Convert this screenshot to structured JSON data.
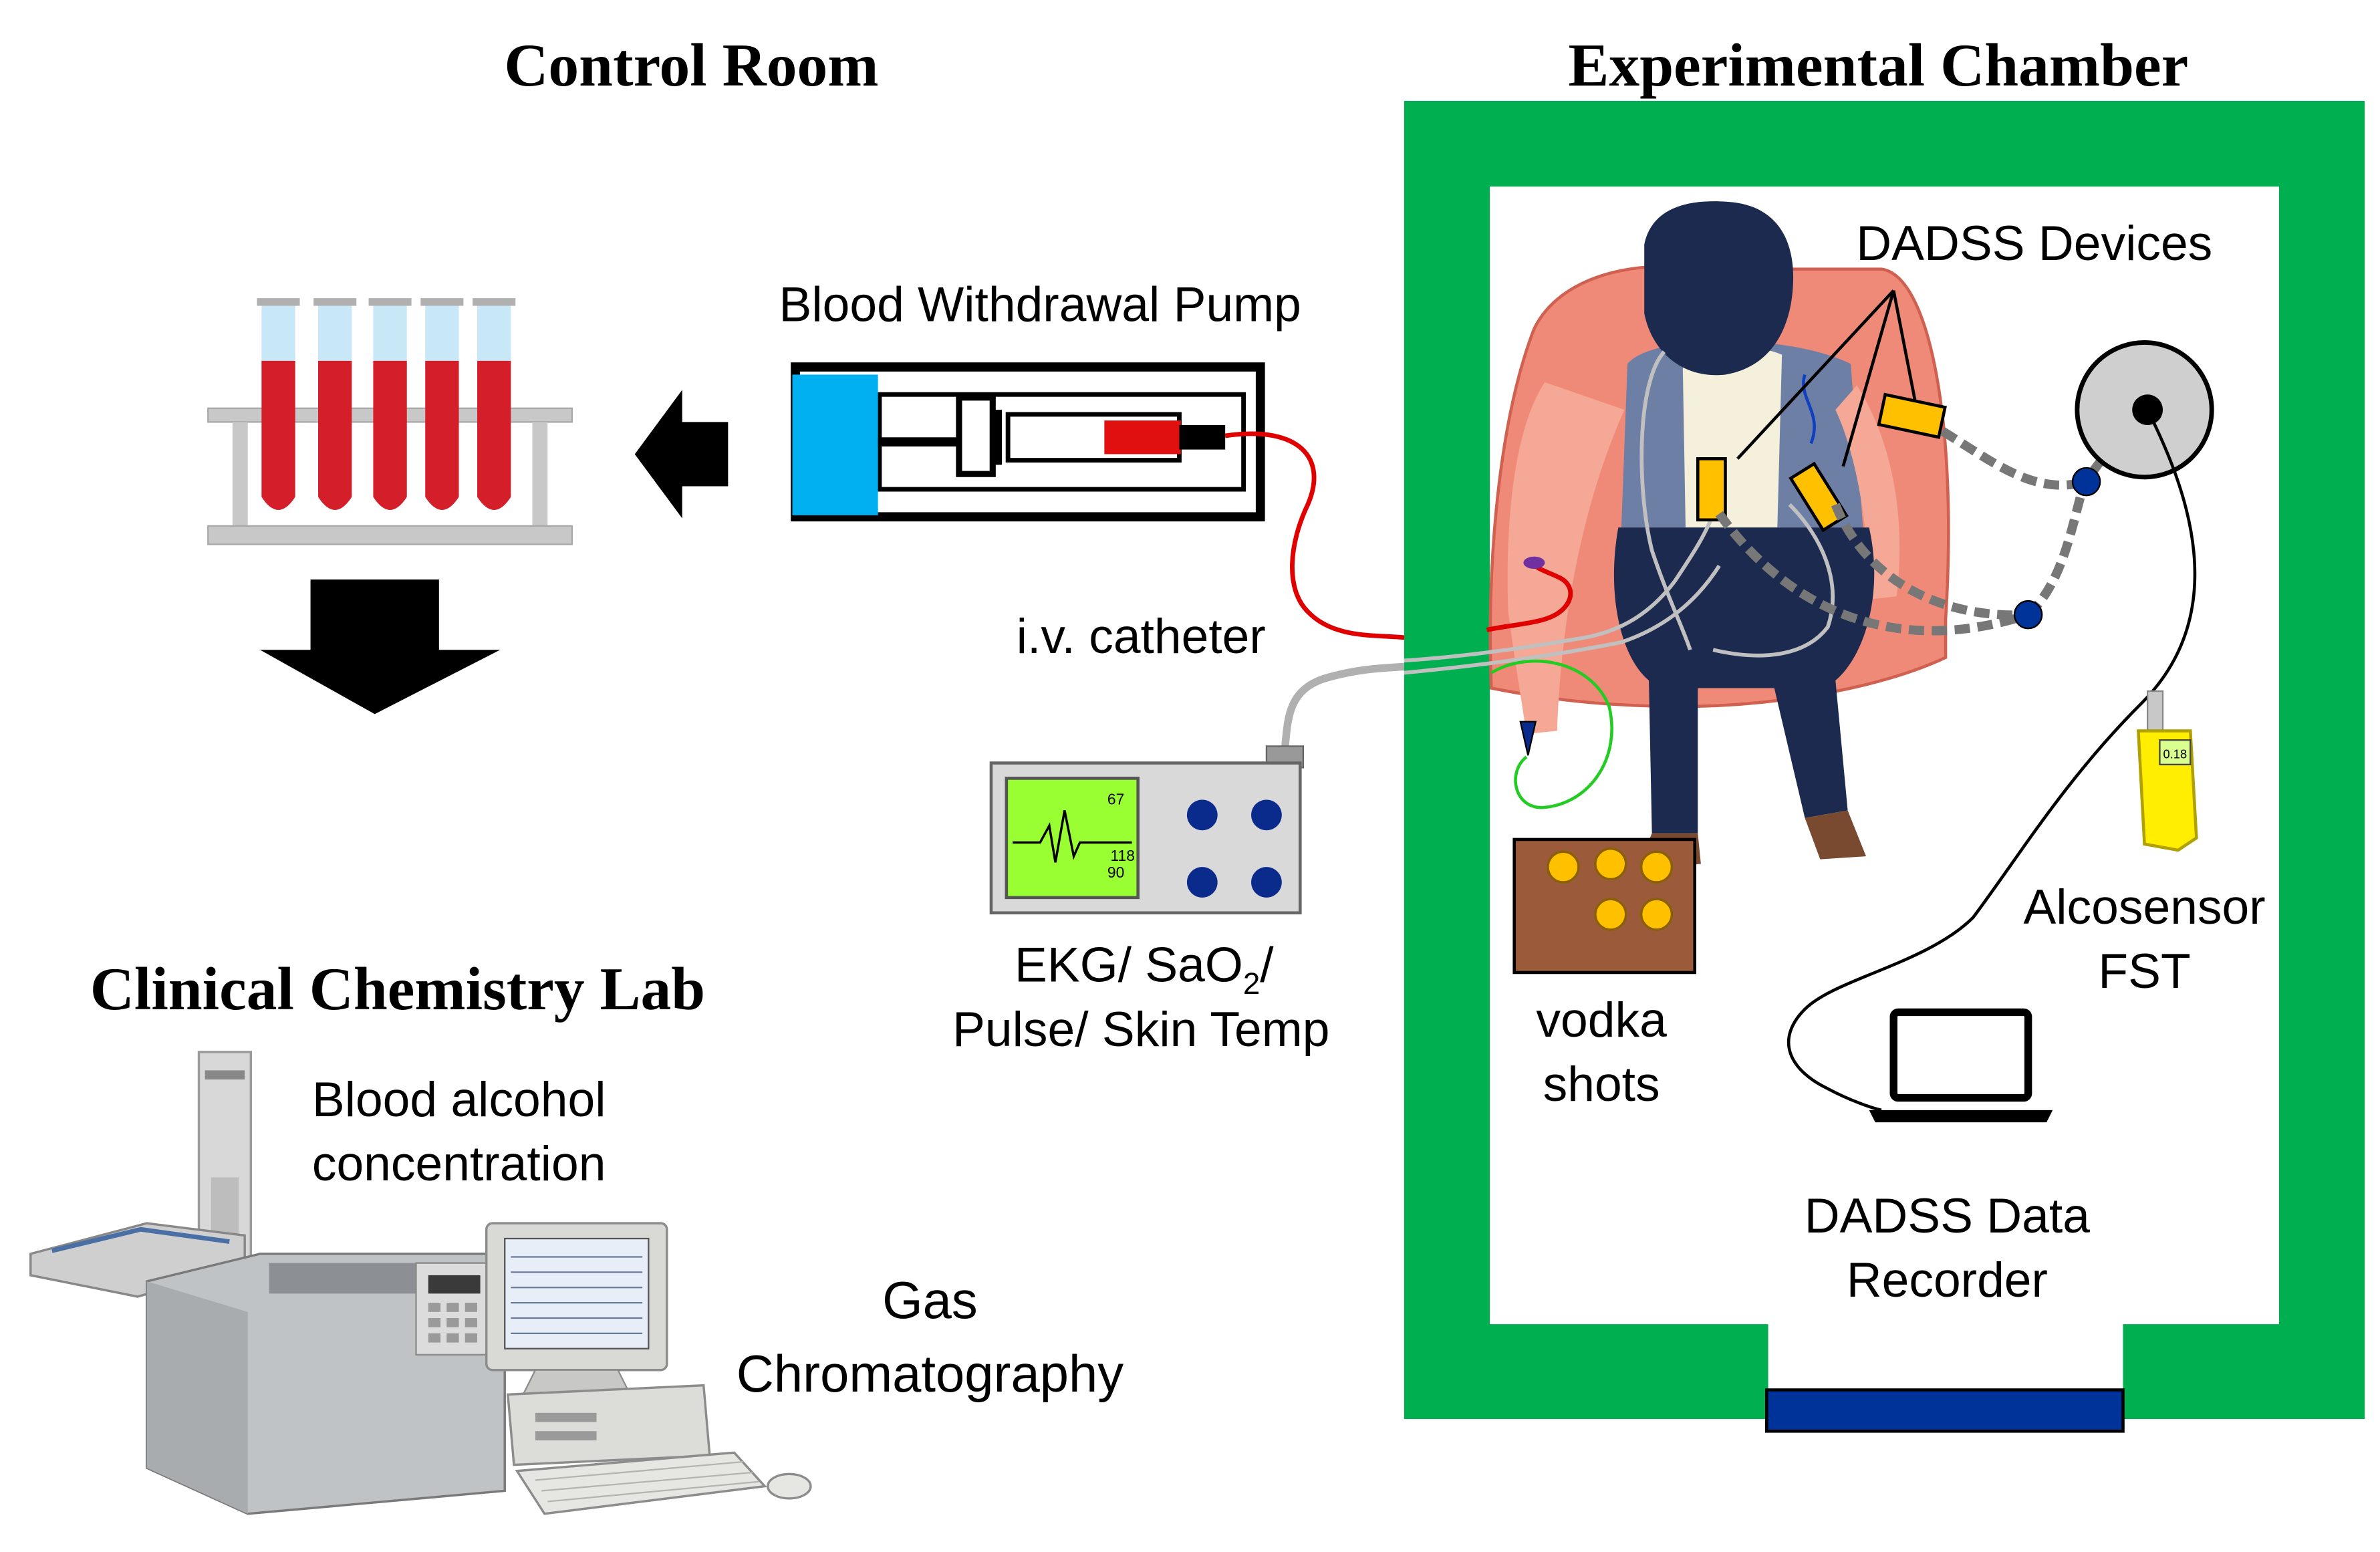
{
  "headings": {
    "control_room": "Control Room",
    "experimental_chamber": "Experimental Chamber",
    "clinical_lab": "Clinical Chemistry Lab"
  },
  "labels": {
    "blood_pump": "Blood Withdrawal Pump",
    "iv_catheter": "i.v. catheter",
    "ekg_line1_a": "EKG/ SaO",
    "ekg_line1_sub": "2",
    "ekg_line1_b": "/",
    "ekg_line2": "Pulse/ Skin Temp",
    "dadss_devices": "DADSS Devices",
    "vodka_line1": "vodka",
    "vodka_line2": "shots",
    "alcosensor_line1": "Alcosensor",
    "alcosensor_line2": "FST",
    "recorder_line1": "DADSS Data",
    "recorder_line2": "Recorder",
    "bac_line1": "Blood alcohol",
    "bac_line2": "concentration",
    "gc_line1": "Gas",
    "gc_line2": "Chromatography"
  },
  "monitor": {
    "reading_top": "67",
    "reading_mid": "118",
    "reading_bottom": "90"
  },
  "breathalyzer": {
    "reading": "0.18"
  },
  "colors": {
    "chamber_wall": "#00b050",
    "door": "#003399",
    "pump_block": "#00b0f0",
    "blood": "#cc0000",
    "monitor_screen": "#99ff33",
    "dadss_device": "#ffc000",
    "sensor_node": "#003399",
    "vodka_board": "#9b5b3a",
    "vodka_shot": "#ffc000",
    "alcosensor": "#ffee00"
  },
  "icons": [
    "test-tube-rack-icon",
    "left-arrow-icon",
    "down-arrow-icon",
    "syringe-pump-icon",
    "vital-signs-monitor-icon",
    "seated-subject-icon",
    "steering-wheel-icon",
    "laptop-icon",
    "breathalyzer-icon",
    "gas-chromatograph-icon"
  ]
}
